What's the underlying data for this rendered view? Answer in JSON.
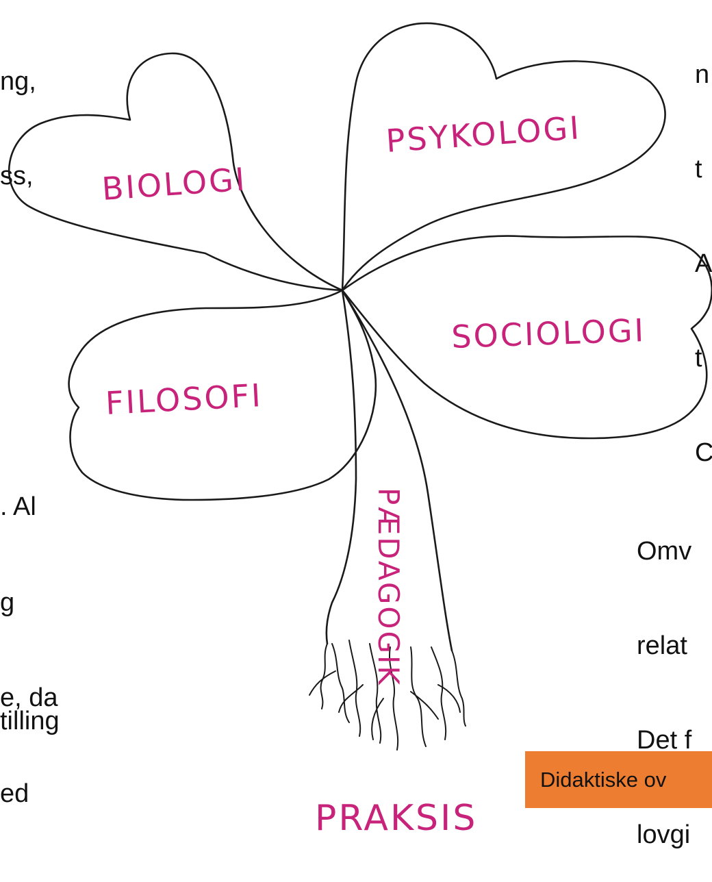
{
  "text_fragments": {
    "left_top": [
      "ng,",
      "ss,"
    ],
    "right_top": [
      "n",
      "t",
      "A",
      "t",
      "C"
    ],
    "left_mid": [
      ". Al",
      "g",
      "e, da",
      "ed"
    ],
    "left_bot": [
      "tilling"
    ],
    "right_mid": [
      "Omv",
      "relat",
      "Det f",
      "lovgi"
    ]
  },
  "clover": {
    "leaves": {
      "biologi": "BIOLOGI",
      "psykologi": "PSYKOLOGI",
      "sociologi": "SOCIOLOGI",
      "filosofi": "FILOSOFI"
    },
    "stem": "PÆDAGOGIK",
    "roots": "PRAKSIS",
    "label_color": "#C8237A"
  },
  "didaktik": {
    "label": "Didaktiske ov",
    "color": "#ED7D31"
  }
}
